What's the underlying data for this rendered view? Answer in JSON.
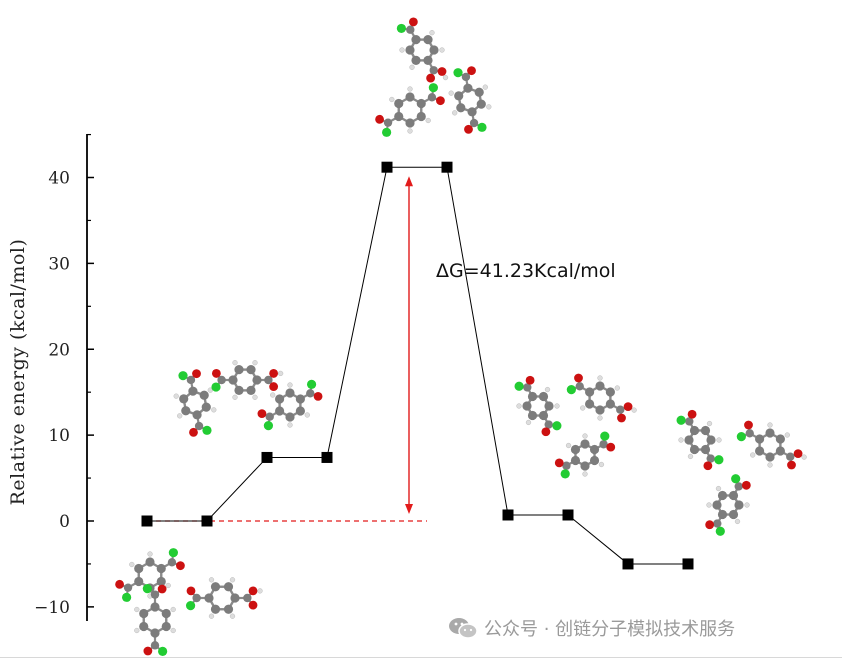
{
  "chart_data": {
    "type": "line",
    "ylabel": "Relative energy (kcal/mol)",
    "xlabel": "",
    "title": "",
    "ylim": [
      -11,
      45
    ],
    "yticks": [
      -10,
      0,
      10,
      20,
      30,
      40
    ],
    "grid": false,
    "x_axis_visible": false,
    "levels": [
      {
        "values": [
          0,
          0
        ]
      },
      {
        "values": [
          7.4,
          7.4
        ]
      },
      {
        "values": [
          41.2,
          41.2
        ]
      },
      {
        "values": [
          0.7,
          0.7
        ]
      },
      {
        "values": [
          -5.0,
          -5.0
        ]
      }
    ],
    "reference_line": {
      "value": 0,
      "color": "#e21b1b",
      "style": "dashed"
    },
    "barrier_arrow": {
      "from": 0,
      "to": 41.2,
      "color": "#e21b1b"
    },
    "annotations": [
      {
        "text": "ΔG=41.23Kcal/mol"
      }
    ],
    "line_color": "#000000",
    "marker": "square",
    "colors": {
      "carbon": "#7c7c7c",
      "oxygen": "#cc1111",
      "chlorine": "#22cc33",
      "hydrogen": "#dddddd"
    }
  },
  "watermark": {
    "text": "公众号 · 创链分子模拟技术服务",
    "icon": "wechat-icon"
  }
}
